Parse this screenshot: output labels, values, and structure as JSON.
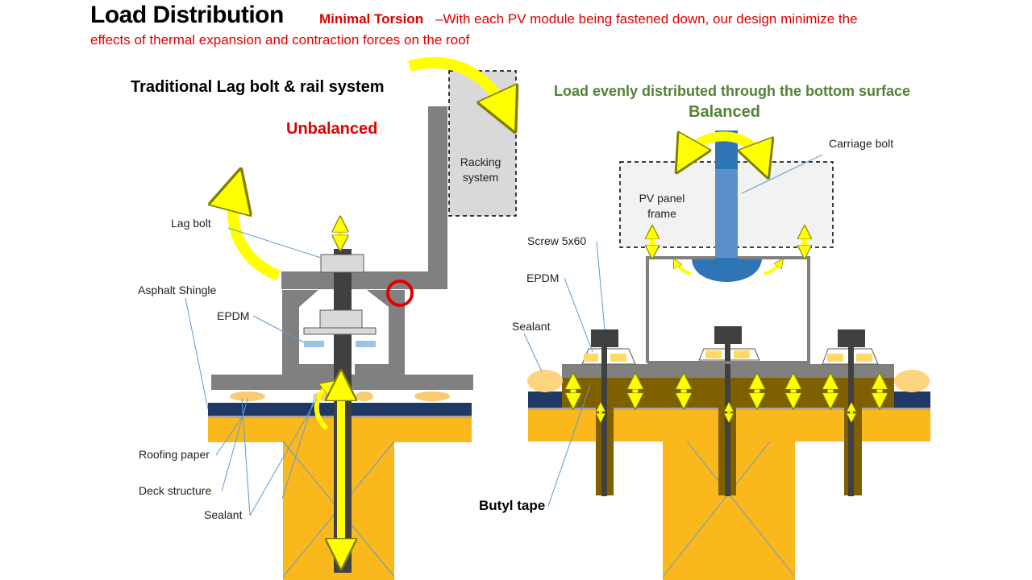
{
  "header": {
    "title": "Load Distribution",
    "subtitle_bold": "Minimal Torsion",
    "subtitle_text": "–With each PV module being fastened down, our design minimize the",
    "subtitle_line2": "effects of thermal expansion and contraction forces on the roof"
  },
  "left_diagram": {
    "heading": "Traditional Lag bolt & rail system",
    "status": "Unbalanced",
    "labels": {
      "racking_line1": "Racking",
      "racking_line2": "system",
      "lag_bolt": "Lag bolt",
      "asphalt_shingle": "Asphalt Shingle",
      "epdm": "EPDM",
      "roofing_paper": "Roofing paper",
      "deck_structure": "Deck structure",
      "sealant": "Sealant"
    }
  },
  "right_diagram": {
    "heading": "Load  evenly distributed  through  the bottom surface",
    "status": "Balanced",
    "labels": {
      "carriage_bolt": "Carriage bolt",
      "pv_panel_line1": "PV panel",
      "pv_panel_line2": "frame",
      "screw": "Screw 5x60",
      "epdm": "EPDM",
      "sealant": "Sealant",
      "butyl_tape": "Butyl tape"
    }
  },
  "colors": {
    "title_red": "#e00000",
    "balanced_green": "#548235",
    "wood": "#fbb81c",
    "roof_blue": "#1f3864",
    "gray": "#808080",
    "bolt": "#404040",
    "arrow_yellow": "#ffff00",
    "carriage_blue": "#2e75b6",
    "butyl_brown": "#7f6000",
    "sealant_tan": "#ffd47f",
    "epdm_blue": "#9dc3e6"
  }
}
